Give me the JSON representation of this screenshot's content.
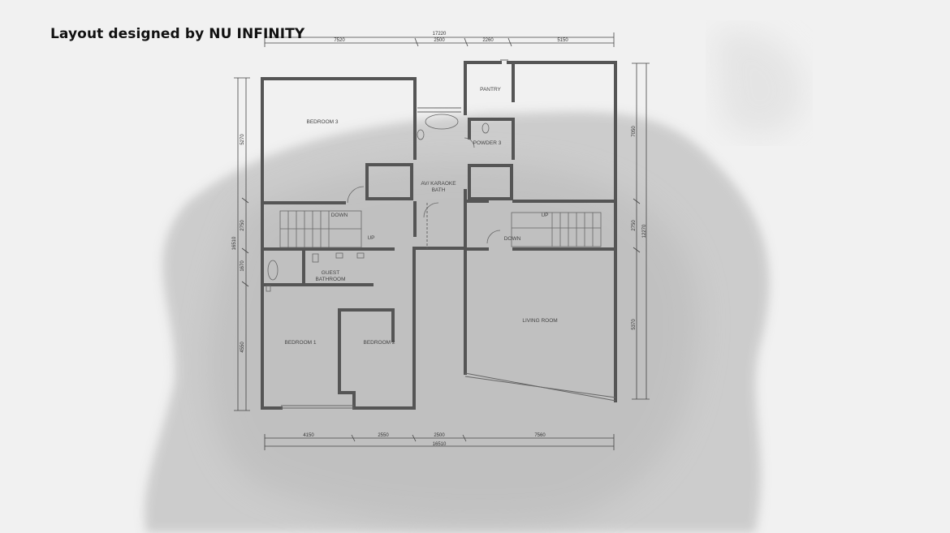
{
  "header": {
    "title": "Layout designed by NU INFINITY"
  },
  "colors": {
    "wall": "#555555",
    "dim_line": "#444444",
    "paper": "#f1f1f1",
    "wash": "#c8c8c8"
  },
  "rooms": {
    "bedroom3": "BEDROOM 3",
    "pantry": "PANTRY",
    "powder": "POWDER 3",
    "av_karaoke": "AV/ KARAOKE",
    "av_karaoke_2": "BATH",
    "guest_bath": "GUEST",
    "guest_bath_2": "BATHROOM",
    "bedroom1": "BEDROOM 1",
    "bedroom2": "BEDROOM 2",
    "living": "LIVING ROOM"
  },
  "stair_labels": {
    "down_left": "DOWN",
    "up_left": "UP",
    "up_right": "UP",
    "down_right": "DOWN"
  },
  "dimensions": {
    "top_total": "17220",
    "top": [
      "7520",
      "2500",
      "2260",
      "5150"
    ],
    "bottom": [
      "4150",
      "2550",
      "2500",
      "7560"
    ],
    "bottom_total": "16510",
    "left_total": "16510",
    "left": [
      "5270",
      "2750",
      "1670",
      "4550"
    ],
    "right_total": "12270",
    "right": [
      "7050",
      "2750",
      "5370"
    ]
  }
}
